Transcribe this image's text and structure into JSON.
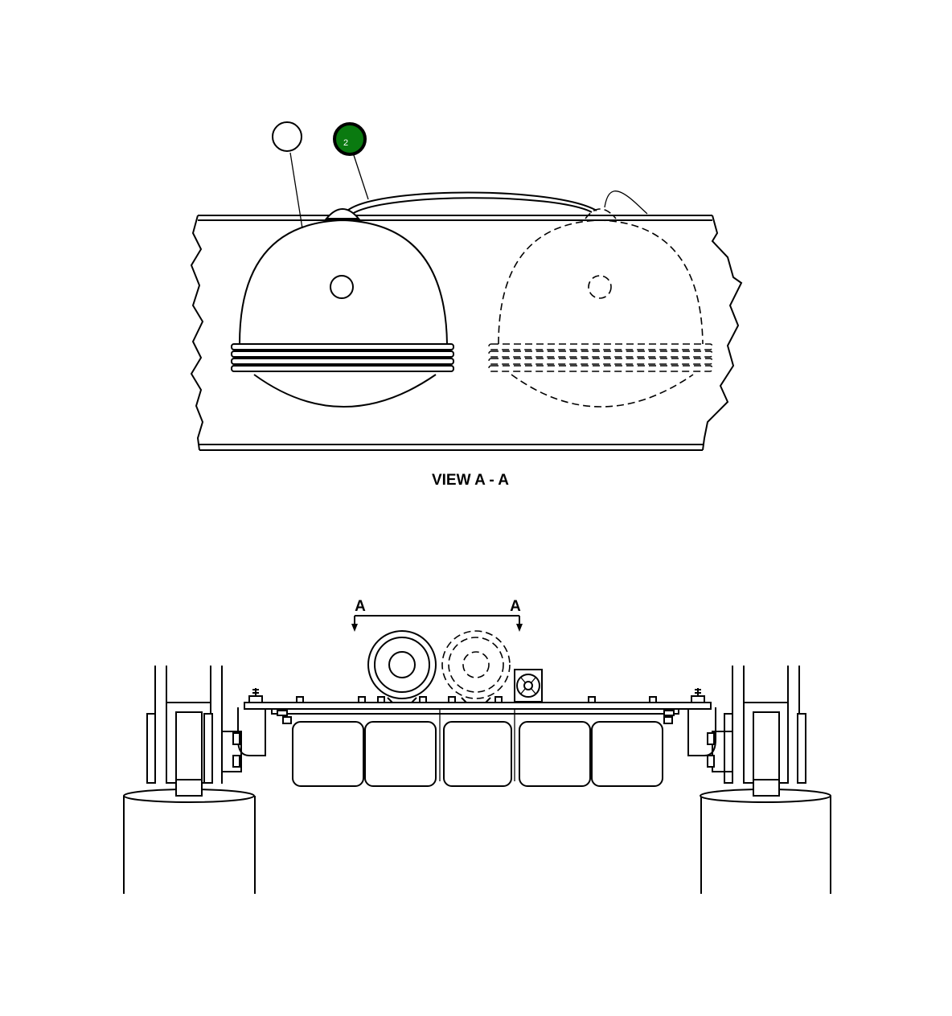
{
  "view_title": "VIEW A - A",
  "section_marks": [
    "A",
    "A"
  ],
  "callouts": [
    {
      "label": "",
      "state": "default"
    },
    {
      "label": "2",
      "state": "highlighted"
    }
  ],
  "colors": {
    "highlight": "#0a7a10",
    "highlight_ring": "#000000",
    "line": "#000000",
    "background": "#ffffff"
  }
}
